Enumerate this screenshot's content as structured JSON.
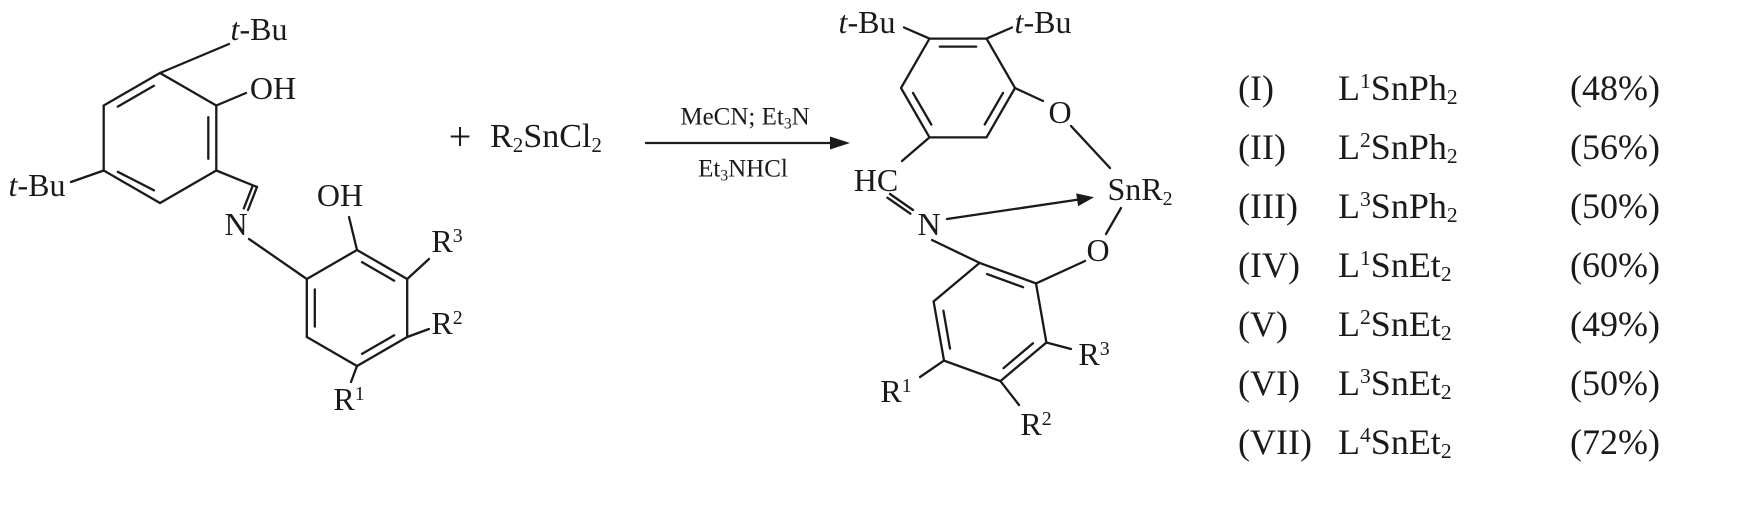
{
  "left_structure": {
    "tbu_top": {
      "italic": "t",
      "rest": "-Bu"
    },
    "tbu_left": {
      "italic": "t",
      "rest": "-Bu"
    },
    "oh_top": "OH",
    "imine_n": "N",
    "oh_ring2": "OH",
    "r3": {
      "base": "R",
      "sup": "3"
    },
    "r2": {
      "base": "R",
      "sup": "2"
    },
    "r1": {
      "base": "R",
      "sup": "1"
    }
  },
  "reaction": {
    "plus": "+",
    "reagent": {
      "p1": "R",
      "s1": "2",
      "p2": "SnCl",
      "s2": "2"
    },
    "conditions_above": {
      "p1": "MeCN; Et",
      "s1": "3",
      "p2": "N"
    },
    "conditions_below": {
      "p1": "Et",
      "s1": "3",
      "p2": "NHCl"
    }
  },
  "product_structure": {
    "tbu_left": {
      "italic": "t",
      "rest": "-Bu"
    },
    "tbu_right": {
      "italic": "t",
      "rest": "-Bu"
    },
    "o_top": "O",
    "hc": "HC",
    "n": "N",
    "sn": {
      "base": "SnR",
      "sub": "2"
    },
    "o_bottom": "O",
    "r3": {
      "base": "R",
      "sup": "3"
    },
    "r2": {
      "base": "R",
      "sup": "2"
    },
    "r1": {
      "base": "R",
      "sup": "1"
    }
  },
  "products": [
    {
      "numeral": "(I)",
      "ligand": "L",
      "ligand_sup": "1",
      "body": "SnPh",
      "body_sub": "2",
      "yield": "(48%)"
    },
    {
      "numeral": "(II)",
      "ligand": "L",
      "ligand_sup": "2",
      "body": "SnPh",
      "body_sub": "2",
      "yield": "(56%)"
    },
    {
      "numeral": "(III)",
      "ligand": "L",
      "ligand_sup": "3",
      "body": "SnPh",
      "body_sub": "2",
      "yield": "(50%)"
    },
    {
      "numeral": "(IV)",
      "ligand": "L",
      "ligand_sup": "1",
      "body": "SnEt",
      "body_sub": "2",
      "yield": "(60%)"
    },
    {
      "numeral": "(V)",
      "ligand": "L",
      "ligand_sup": "2",
      "body": "SnEt",
      "body_sub": "2",
      "yield": "(49%)"
    },
    {
      "numeral": "(VI)",
      "ligand": "L",
      "ligand_sup": "3",
      "body": "SnEt",
      "body_sub": "2",
      "yield": "(50%)"
    },
    {
      "numeral": "(VII)",
      "ligand": "L",
      "ligand_sup": "4",
      "body": "SnEt",
      "body_sub": "2",
      "yield": "(72%)"
    }
  ],
  "colors": {
    "ink": "#1a1a1a",
    "background": "#ffffff"
  }
}
